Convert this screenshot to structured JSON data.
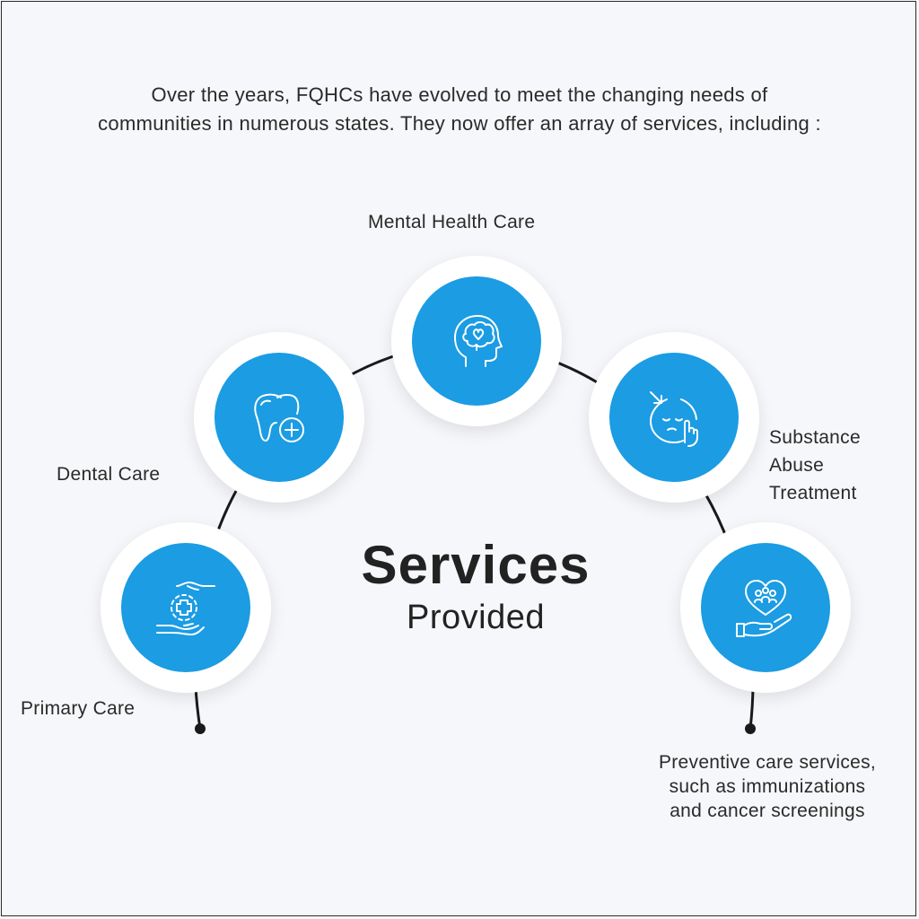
{
  "intro": {
    "line1": "Over the years, FQHCs have evolved to meet the changing needs of",
    "line2": "communities in numerous states. They now offer an array of services, including :"
  },
  "title": {
    "main": "Services",
    "sub": "Provided"
  },
  "services": {
    "primary_care": {
      "label": "Primary Care",
      "icon": "hands-medical-cross-icon"
    },
    "dental_care": {
      "label": "Dental Care",
      "icon": "tooth-plus-icon"
    },
    "mental_health": {
      "label": "Mental Health Care",
      "icon": "head-brain-heart-icon"
    },
    "substance_abuse": {
      "label_line1": "Substance",
      "label_line2": "Abuse",
      "label_line3": "Treatment",
      "icon": "refuse-gesture-face-icon"
    },
    "preventive_care": {
      "label_line1": "Preventive care services,",
      "label_line2": "such as immunizations",
      "label_line3": "and cancer screenings",
      "icon": "hand-heart-community-icon"
    }
  },
  "colors": {
    "accent": "#1b9ce3",
    "background": "#f6f7fa",
    "text": "#222222"
  }
}
